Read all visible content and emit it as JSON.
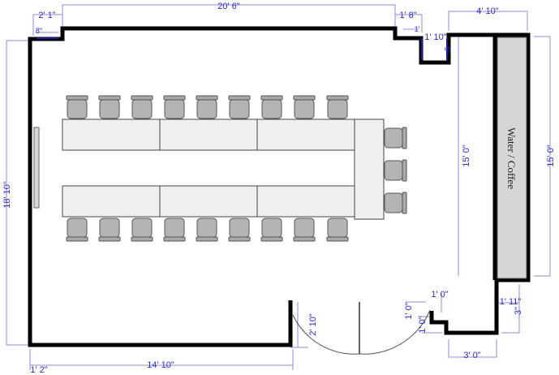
{
  "colors": {
    "wall": "#000000",
    "dimension": "#2a2ad0",
    "counter": "#d6d6d6",
    "table": "#f0f0f0",
    "chair": "#b4b4b4"
  },
  "dimensions": {
    "top_width": "20' 6\"",
    "top_left_offset": "2' 1\"",
    "top_left_step": "8\"",
    "top_right_offset": "1' 8\"",
    "top_right_step": "1'",
    "alcove_width": "1' 10\"",
    "alcove_depth": "5\"",
    "counter_width": "4' 10\"",
    "counter_length_inner": "15' 0\"",
    "counter_length_outer": "15' 0\"",
    "room_height": "18' 10\"",
    "bottom_left_offset": "1' 2\"",
    "bottom_wall": "14' 10\"",
    "door_width": "2' 10\"",
    "step_width": "1' 0\"",
    "step_height_a": "1' 0\"",
    "step_height_b": "1' 0\"",
    "counter_gap": "1' 11\"",
    "counter_gap_small": "3\"",
    "bottom_right": "3' 0\""
  },
  "counter_label": "Water / Coffee"
}
